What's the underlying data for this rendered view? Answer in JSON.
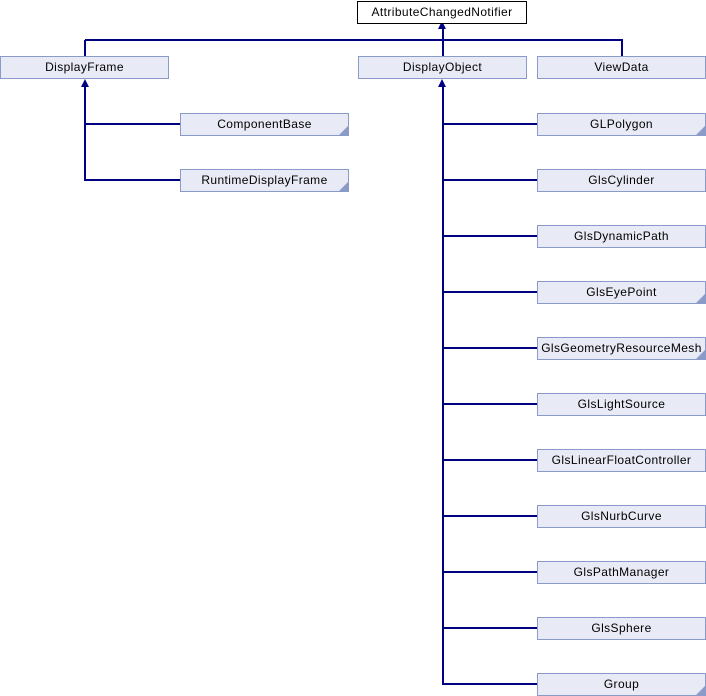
{
  "diagram_type": "class-inheritance-graph",
  "root": {
    "label": "AttributeChangedNotifier"
  },
  "level1": [
    {
      "label": "DisplayFrame"
    },
    {
      "label": "DisplayObject"
    },
    {
      "label": "ViewData"
    }
  ],
  "displayFrameChildren": [
    {
      "label": "ComponentBase",
      "has_hidden_subclasses": true
    },
    {
      "label": "RuntimeDisplayFrame",
      "has_hidden_subclasses": true
    }
  ],
  "displayObjectChildren": [
    {
      "label": "GLPolygon",
      "has_hidden_subclasses": true
    },
    {
      "label": "GlsCylinder",
      "has_hidden_subclasses": false
    },
    {
      "label": "GlsDynamicPath",
      "has_hidden_subclasses": false
    },
    {
      "label": "GlsEyePoint",
      "has_hidden_subclasses": true
    },
    {
      "label": "GlsGeometryResourceMesh",
      "has_hidden_subclasses": true
    },
    {
      "label": "GlsLightSource",
      "has_hidden_subclasses": false
    },
    {
      "label": "GlsLinearFloatController",
      "has_hidden_subclasses": false
    },
    {
      "label": "GlsNurbCurve",
      "has_hidden_subclasses": false
    },
    {
      "label": "GlsPathManager",
      "has_hidden_subclasses": false
    },
    {
      "label": "GlsSphere",
      "has_hidden_subclasses": false
    },
    {
      "label": "Group",
      "has_hidden_subclasses": true
    }
  ],
  "colors": {
    "node_fill": "#e8eaf5",
    "node_border": "#8a9ac9",
    "root_fill": "#ffffff",
    "root_border": "#000000",
    "edge": "#000080",
    "fold": "#8a9ac9",
    "text": "#000000"
  }
}
